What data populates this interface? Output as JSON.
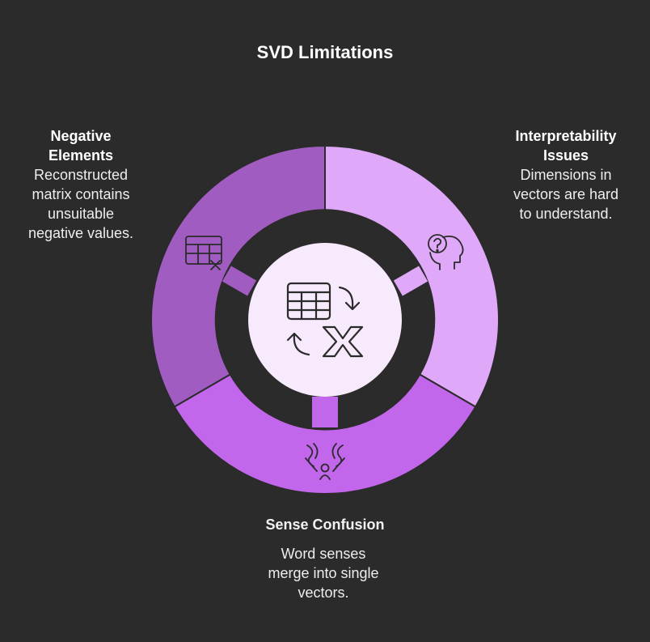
{
  "title": "SVD Limitations",
  "segments": [
    {
      "heading": "Negative Elements",
      "heading_lines": [
        "Negative",
        "Elements"
      ],
      "description_lines": [
        "Reconstructed",
        "matrix contains",
        "unsuitable",
        "negative values."
      ],
      "color": "#a05cc0",
      "icon": "table-x-icon"
    },
    {
      "heading": "Interpretability Issues",
      "heading_lines": [
        "Interpretability",
        "Issues"
      ],
      "description_lines": [
        "Dimensions in",
        "vectors are hard",
        "to understand."
      ],
      "color": "#e0a8f8",
      "icon": "head-question-icon"
    },
    {
      "heading": "Sense Confusion",
      "description_lines": [
        "Word senses",
        "merge into single",
        "vectors."
      ],
      "color": "#c266ec",
      "icon": "person-confusion-icon"
    }
  ],
  "center": {
    "color": "#f7eafc",
    "icon": "matrix-transform-x-icon"
  },
  "background": "#2b2b2b"
}
